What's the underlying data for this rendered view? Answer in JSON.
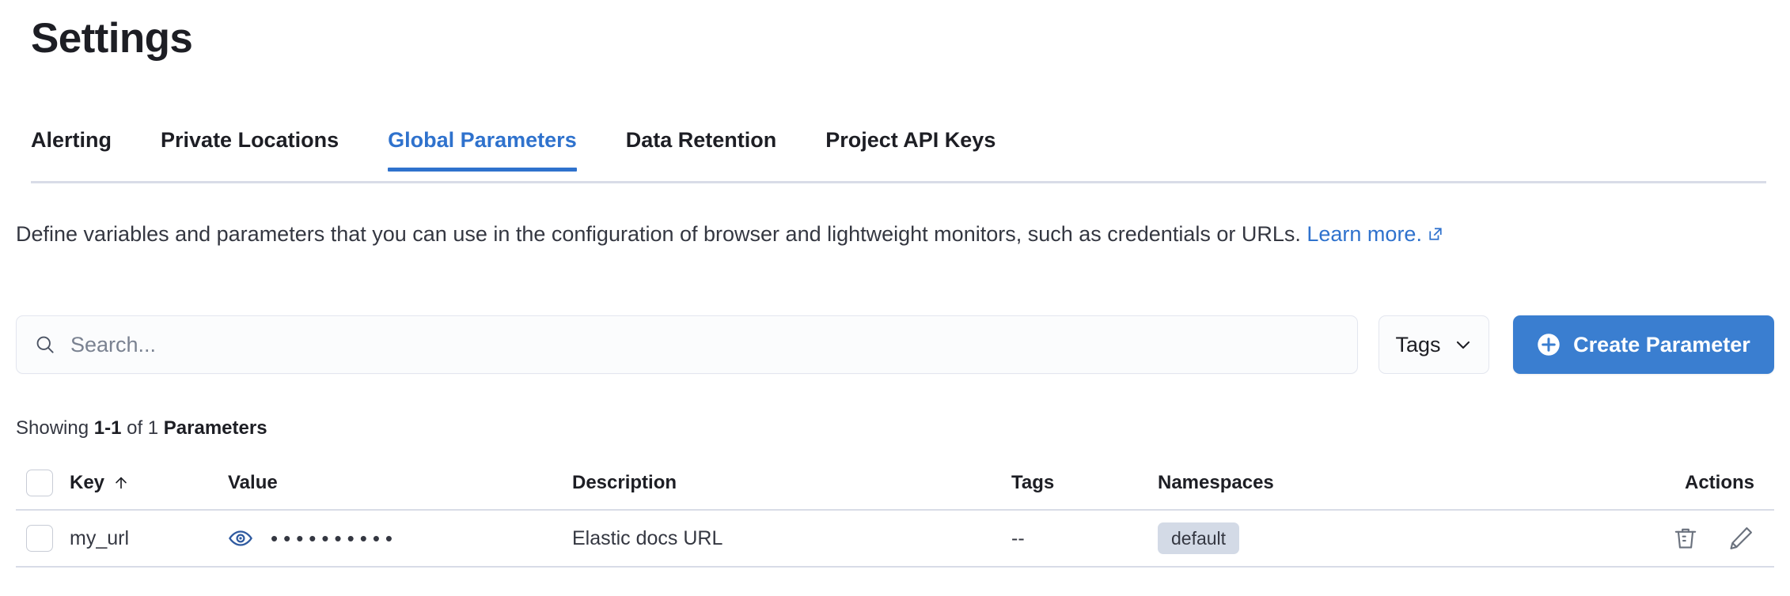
{
  "header": {
    "title": "Settings"
  },
  "tabs": [
    {
      "label": "Alerting",
      "active": false
    },
    {
      "label": "Private Locations",
      "active": false
    },
    {
      "label": "Global Parameters",
      "active": true
    },
    {
      "label": "Data Retention",
      "active": false
    },
    {
      "label": "Project API Keys",
      "active": false
    }
  ],
  "description": {
    "text": "Define variables and parameters that you can use in the configuration of browser and lightweight monitors, such as credentials or URLs. ",
    "link_label": "Learn more.",
    "link_icon": "external-link-icon"
  },
  "toolbar": {
    "search": {
      "value": "",
      "placeholder": "Search...",
      "icon": "search-icon"
    },
    "tags_filter": {
      "label": "Tags",
      "icon": "chevron-down-icon"
    },
    "create_button": {
      "label": "Create Parameter",
      "icon": "plus-circle-icon"
    }
  },
  "results": {
    "prefix": "Showing ",
    "range": "1-1",
    "middle": " of 1 ",
    "entity": "Parameters"
  },
  "table": {
    "columns": [
      {
        "key": "select",
        "label": "",
        "icon": "checkbox-icon"
      },
      {
        "key": "key",
        "label": "Key",
        "sort": "ascending",
        "sort_icon": "arrow-up-icon"
      },
      {
        "key": "value",
        "label": "Value"
      },
      {
        "key": "description",
        "label": "Description"
      },
      {
        "key": "tags",
        "label": "Tags"
      },
      {
        "key": "namespaces",
        "label": "Namespaces"
      },
      {
        "key": "actions",
        "label": "Actions"
      }
    ],
    "rows": [
      {
        "key": "my_url",
        "value_masked": "••••••••••",
        "value_toggle_icon": "eye-icon",
        "description": "Elastic docs URL",
        "tags": "--",
        "namespaces": [
          "default"
        ],
        "actions": [
          {
            "name": "delete",
            "icon": "trash-icon"
          },
          {
            "name": "edit",
            "icon": "pencil-icon"
          }
        ]
      }
    ]
  },
  "colors": {
    "accent": "#2f72cd",
    "primary_button": "#3a7ed0",
    "text": "#343741",
    "border": "#d8dce7",
    "badge_bg": "#d3dae6"
  }
}
